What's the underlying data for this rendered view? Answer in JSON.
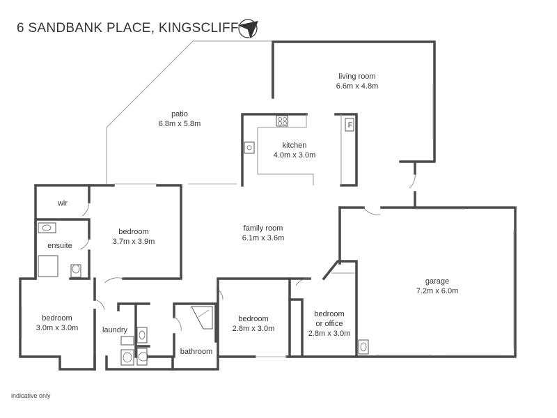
{
  "title": "6 SANDBANK PLACE, KINGSCLIFF",
  "note": "indicative only",
  "fridge_label": "F",
  "rooms": {
    "living": {
      "name": "living room",
      "size": "6.6m x 4.8m"
    },
    "patio": {
      "name": "patio",
      "size": "6.8m x 5.8m"
    },
    "kitchen": {
      "name": "kitchen",
      "size": "4.0m x 3.0m"
    },
    "wir": {
      "name": "wir"
    },
    "bedroom_main": {
      "name": "bedroom",
      "size": "3.7m x 3.9m"
    },
    "ensuite": {
      "name": "ensuite"
    },
    "family": {
      "name": "family room",
      "size": "6.1m x 3.6m"
    },
    "garage": {
      "name": "garage",
      "size": "7.2m x 6.0m"
    },
    "bedroom_left": {
      "name": "bedroom",
      "size": "3.0m x 3.0m"
    },
    "laundry": {
      "name": "laundry"
    },
    "bathroom": {
      "name": "bathroom"
    },
    "bedroom_mid": {
      "name": "bedroom",
      "size": "2.8m x 3.0m"
    },
    "office": {
      "name_line1": "bedroom",
      "name_line2": "or office",
      "size": "2.8m x 3.0m"
    }
  },
  "icons": {
    "compass": "north-arrow-icon"
  }
}
